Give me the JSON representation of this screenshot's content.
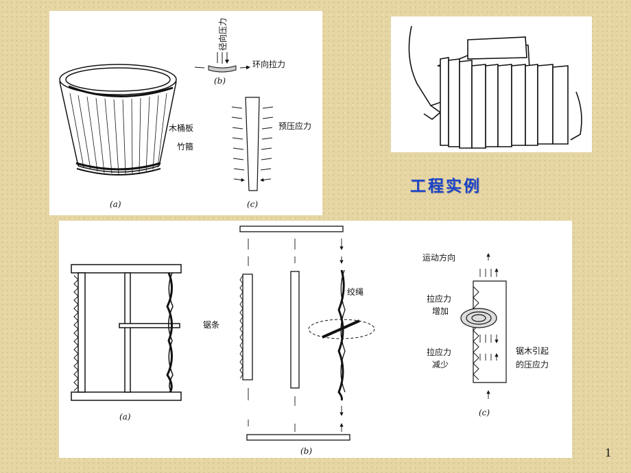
{
  "slide": {
    "title": "工程实例",
    "page_number": "1"
  },
  "bucket_figure": {
    "label_radial_pressure": "径向压力",
    "label_hoop_tension": "环向拉力",
    "label_stave": "木桶板",
    "label_hoop": "竹箍",
    "label_prestress": "预压应力",
    "caption_a": "(a)",
    "caption_b": "(b)",
    "caption_c": "(c)"
  },
  "books_figure": {},
  "saw_figure": {
    "label_blade": "锯条",
    "label_twisted_rope": "绞绳",
    "label_motion_direction": "运动方向",
    "label_tension_increase_1": "拉应力",
    "label_tension_increase_2": "增加",
    "label_tension_decrease_1": "拉应力",
    "label_tension_decrease_2": "减少",
    "label_wood_compression_1": "锯木引起",
    "label_wood_compression_2": "的压应力",
    "caption_a": "(a)",
    "caption_b": "(b)",
    "caption_c": "(c)"
  }
}
